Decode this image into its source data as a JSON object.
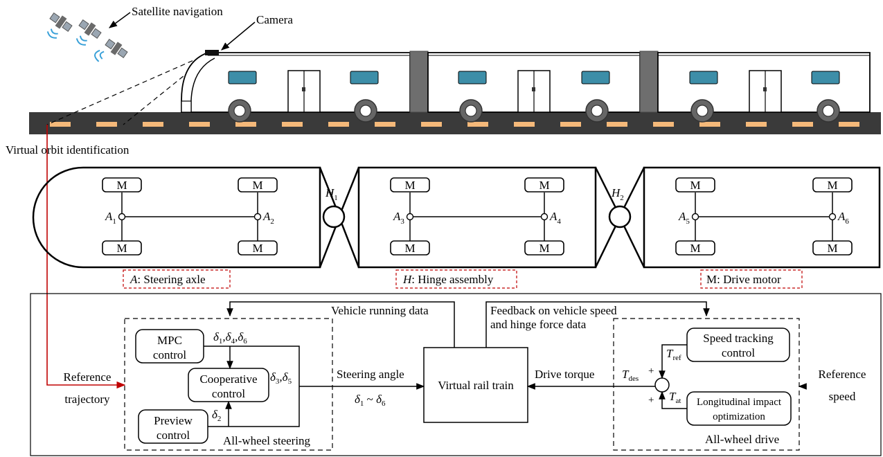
{
  "top": {
    "satellite_label": "Satellite navigation",
    "camera_label": "Camera",
    "virtual_orbit_label": "Virtual orbit identification"
  },
  "layout_panel": {
    "motor_label": "M",
    "axles": [
      {
        "letter": "A",
        "sub": "1"
      },
      {
        "letter": "A",
        "sub": "2"
      },
      {
        "letter": "A",
        "sub": "3"
      },
      {
        "letter": "A",
        "sub": "4"
      },
      {
        "letter": "A",
        "sub": "5"
      },
      {
        "letter": "A",
        "sub": "6"
      }
    ],
    "hinges": [
      {
        "letter": "H",
        "sub": "1"
      },
      {
        "letter": "H",
        "sub": "2"
      }
    ],
    "legend": {
      "steering_key": "A",
      "steering_text": ": Steering axle",
      "hinge_key": "H",
      "hinge_text": ": Hinge assembly",
      "motor_text": "M: Drive motor"
    }
  },
  "control": {
    "reference_trajectory": [
      "Reference",
      "trajectory"
    ],
    "reference_speed": [
      "Reference",
      "speed"
    ],
    "mpc": [
      "MPC",
      "control"
    ],
    "cooperative": [
      "Cooperative",
      "control"
    ],
    "preview": [
      "Preview",
      "control"
    ],
    "all_wheel_steering": "All-wheel steering",
    "delta_146": {
      "d": "δ",
      "subs": [
        "1",
        "4",
        "6"
      ]
    },
    "delta_35": {
      "d": "δ",
      "subs": [
        "3",
        "5"
      ]
    },
    "delta_2": {
      "d": "δ",
      "sub": "2"
    },
    "steering_angle": "Steering angle",
    "steering_range": {
      "d": "δ",
      "from": "1",
      "sep": " ~ ",
      "to": "6"
    },
    "vehicle_running_data": "Vehicle running data",
    "feedback": [
      "Feedback on vehicle speed",
      "and hinge force data"
    ],
    "virtual_rail_train": "Virtual rail train",
    "drive_torque": "Drive torque",
    "speed_tracking": [
      "Speed tracking",
      "control"
    ],
    "longitudinal": [
      "Longitudinal impact",
      "optimization"
    ],
    "all_wheel_drive": "All-wheel drive",
    "t_des": {
      "t": "T",
      "sub": "des"
    },
    "t_ref": {
      "t": "T",
      "sub": "ref"
    },
    "t_at": {
      "t": "T",
      "sub": "at"
    },
    "plus": "+"
  },
  "colors": {
    "road": "#3a3a3a",
    "lane_mark": "#f5b97a",
    "window": "#3d8ea8",
    "joint": "#6e6e6e",
    "red": "#c00000"
  }
}
